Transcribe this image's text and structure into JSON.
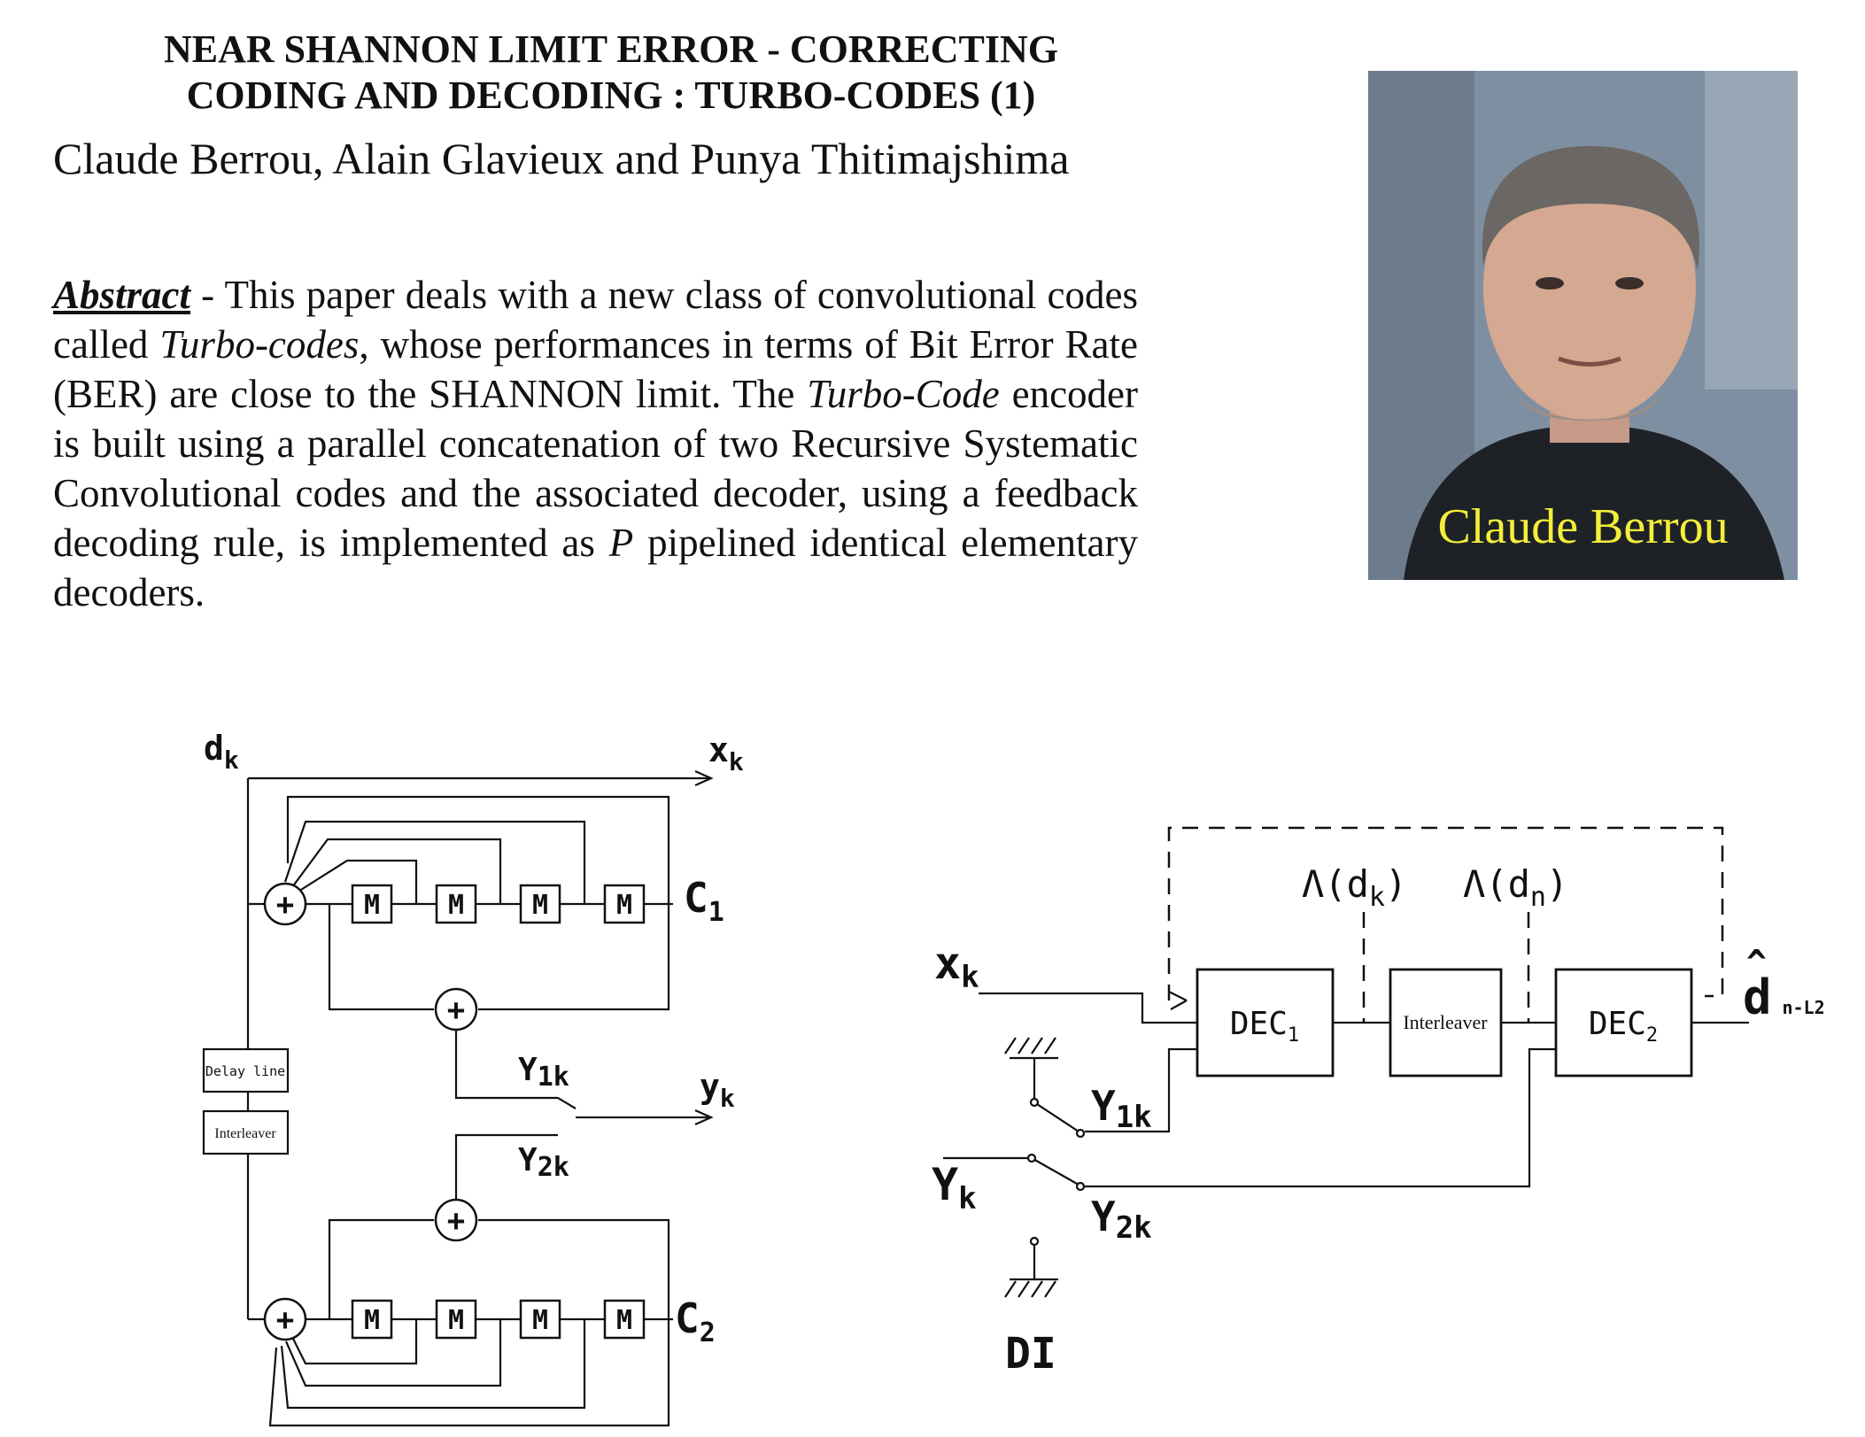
{
  "paper": {
    "title_line1": "NEAR SHANNON LIMIT ERROR - CORRECTING",
    "title_line2": "CODING AND DECODING : TURBO-CODES (1)",
    "authors": "Claude Berrou, Alain Glavieux and Punya Thitimajshima",
    "abstract": {
      "label": "Abstract",
      "sep": " - ",
      "t1": "This paper deals with a new class of convolutional codes called ",
      "i1": "Turbo-codes",
      "t2": ", whose performances in terms of Bit Error Rate (BER) are close to the SHANNON limit. The ",
      "i2": "Turbo-Code",
      "t3": " encoder is built using a parallel concatenation of two Recursive Systematic Convolutional codes and the associated decoder, using a feedback decoding rule, is implemented as ",
      "i3": "P",
      "t4": " pipelined identical elementary decoders."
    }
  },
  "photo": {
    "caption": "Claude Berrou",
    "caption_color": "#f4ee3a"
  },
  "encoder": {
    "input_d": "d",
    "input_sub": "k",
    "out_x": "x",
    "out_x_sub": "k",
    "mem_label": "M",
    "plus": "+",
    "c1": "C",
    "c1_sub": "1",
    "c2": "C",
    "c2_sub": "2",
    "y1": "Y",
    "y1_sub": "1k",
    "y2": "Y",
    "y2_sub": "2k",
    "out_y": "y",
    "out_y_sub": "k",
    "delay_line": "Delay line",
    "interleaver": "Interleaver"
  },
  "decoder": {
    "lambda_dk": "Λ(d",
    "lambda_dk_sub": "k",
    "lambda_dk_close": ")",
    "lambda_dn": "Λ(d",
    "lambda_dn_sub": "n",
    "lambda_dn_close": ")",
    "x": "x",
    "x_sub": "k",
    "dec1": "DEC",
    "dec1_sub": "1",
    "interleaver": "Interleaver",
    "dec2": "DEC",
    "dec2_sub": "2",
    "out_d": "d",
    "out_d_sub": "n-L2",
    "y1": "Y",
    "y1_sub": "1k",
    "y2": "Y",
    "y2_sub": "2k",
    "yk": "Y",
    "yk_sub": "k",
    "di": "DI"
  }
}
